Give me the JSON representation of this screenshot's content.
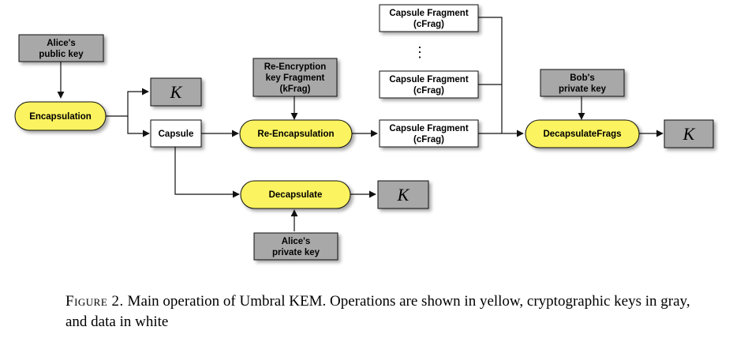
{
  "colors": {
    "operation": "#fbf35e",
    "key": "#a8a8a8",
    "data": "#ffffff",
    "stroke": "#111111"
  },
  "nodes": {
    "alice_public_key": {
      "line1": "Alice's",
      "line2": "public key"
    },
    "encapsulation": {
      "label": "Encapsulation"
    },
    "k_top": {
      "label": "K"
    },
    "capsule": {
      "label": "Capsule"
    },
    "rekey_fragment": {
      "line1": "Re-Encryption",
      "line2": "key Fragment",
      "line3": "(kFrag)"
    },
    "re_encapsulation": {
      "label": "Re-Encapsulation"
    },
    "cfrag_1": {
      "line1": "Capsule Fragment",
      "line2": "(cFrag)"
    },
    "cfrag_2": {
      "line1": "Capsule Fragment",
      "line2": "(cFrag)"
    },
    "cfrag_3": {
      "line1": "Capsule Fragment",
      "line2": "(cFrag)"
    },
    "ellipsis": {
      "label": "⋮"
    },
    "bob_private_key": {
      "line1": "Bob's",
      "line2": "private key"
    },
    "decapsulate_frags": {
      "label": "DecapsulateFrags"
    },
    "k_right": {
      "label": "K"
    },
    "decapsulate": {
      "label": "Decapsulate"
    },
    "k_bottom": {
      "label": "K"
    },
    "alice_private_key": {
      "line1": "Alice's",
      "line2": "private key"
    }
  },
  "caption": {
    "label": "Figure 2.",
    "text": "Main operation of Umbral KEM. Operations are shown in yellow, cryptographic keys in gray, and data in white"
  }
}
